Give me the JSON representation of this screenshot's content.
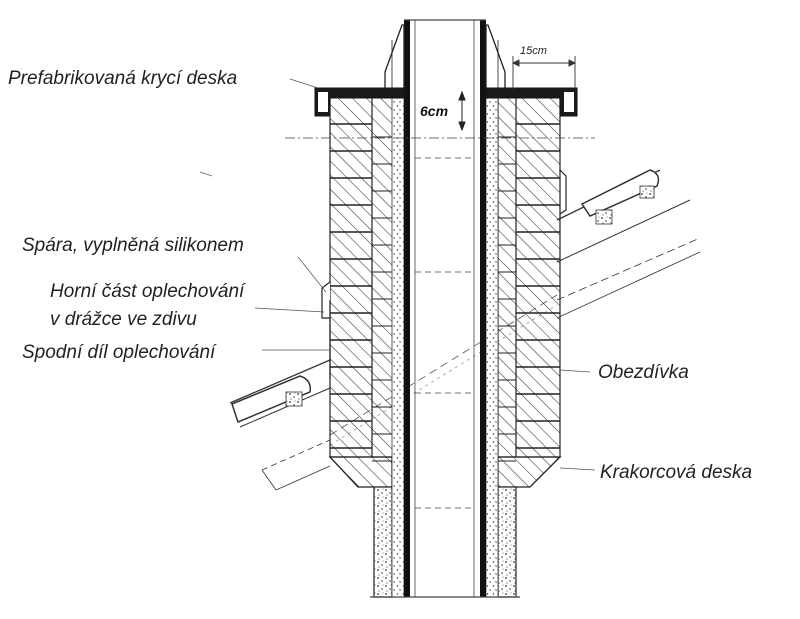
{
  "labels": {
    "cover_slab": "Prefabrikovaná krycí deska",
    "joint": "Spára, vyplněná silikonem",
    "upper_flashing_line1": "Horní část oplechování",
    "upper_flashing_line2": "v drážce ve zdivu",
    "lower_flashing": "Spodní díl oplechování",
    "masonry": "Obezdívka",
    "corbel_slab": "Krakorcová deska",
    "dim_overhang": "15cm",
    "dim_air_gap": "6cm"
  }
}
